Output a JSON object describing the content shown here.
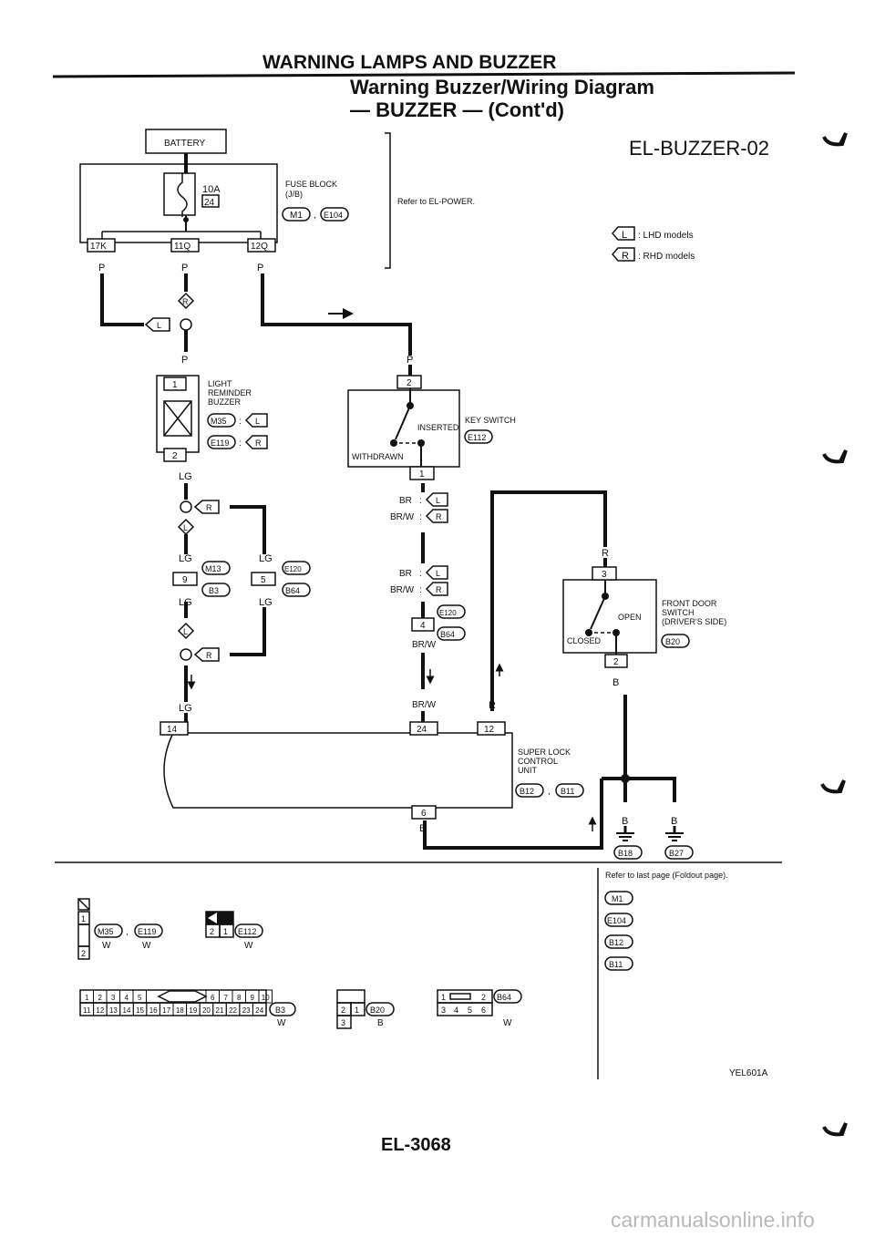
{
  "header": {
    "section_title": "WARNING LAMPS AND BUZZER",
    "diagram_title": "Warning Buzzer/Wiring Diagram",
    "diagram_subtitle": "— BUZZER — (Cont'd)",
    "diagram_code": "EL-BUZZER-02"
  },
  "legend": {
    "lhd_code": "L",
    "lhd_text": ": LHD models",
    "rhd_code": "R",
    "rhd_text": ": RHD models"
  },
  "power": {
    "battery": "BATTERY",
    "fuse_rating": "10A",
    "fuse_no": "24",
    "fuse_block": "FUSE BLOCK",
    "fuse_block_sub": "(J/B)",
    "fuse_connectors": [
      "M1",
      "E104"
    ],
    "refer_text": "Refer to EL-POWER.",
    "terminals": [
      "17K",
      "11Q",
      "12Q"
    ],
    "wire_color": "P"
  },
  "labels": {
    "R": "R",
    "L": "L",
    "P": "P",
    "LG": "LG",
    "BR": "BR",
    "BRW": "BR/W",
    "B": "B",
    "W": "W"
  },
  "light_reminder": {
    "name": [
      "LIGHT",
      "REMINDER",
      "BUZZER"
    ],
    "pin_top": "1",
    "pin_bottom": "2",
    "conn_lhd": "M35",
    "conn_rhd": "E119"
  },
  "key_switch": {
    "name": "KEY SWITCH",
    "connector": "E112",
    "inserted": "INSERTED",
    "withdrawn": "WITHDRAWN",
    "pin_top": "2",
    "pin_bottom": "1"
  },
  "joints": {
    "left_conn_a": "M13",
    "left_conn_b": "B3",
    "left_pin": "9",
    "right_conn_a": "E120",
    "right_conn_b": "B64",
    "right_pin": "5",
    "key_pin": "4"
  },
  "door_switch": {
    "name": [
      "FRONT DOOR",
      "SWITCH",
      "(DRIVER'S SIDE)"
    ],
    "connector": "B20",
    "open": "OPEN",
    "closed": "CLOSED",
    "pin_top": "3",
    "pin_bottom": "2"
  },
  "control_unit": {
    "name": [
      "SUPER LOCK",
      "CONTROL",
      "UNIT"
    ],
    "connectors": [
      "B12",
      "B11"
    ],
    "pins": [
      "14",
      "24",
      "12",
      "6"
    ]
  },
  "grounds": [
    "B18",
    "B27"
  ],
  "refer_panel": {
    "text": "Refer to last page (Foldout page).",
    "connectors": [
      "M1",
      "E104",
      "B12",
      "B11"
    ]
  },
  "connector_views": {
    "c1": {
      "pins": [
        "1",
        "2"
      ],
      "tags": [
        "M35",
        "E119"
      ],
      "colors": [
        "W",
        "W"
      ]
    },
    "c2": {
      "pins": [
        "2",
        "1"
      ],
      "tag": "E112",
      "color": "W"
    },
    "c3": {
      "row1": [
        "1",
        "2",
        "3",
        "4",
        "5",
        "6",
        "7",
        "8",
        "9",
        "10"
      ],
      "row2": [
        "11",
        "12",
        "13",
        "14",
        "15",
        "16",
        "17",
        "18",
        "19",
        "20",
        "21",
        "22",
        "23",
        "24"
      ],
      "tag": "B3",
      "color": "W"
    },
    "c4": {
      "pins": [
        "2",
        "1",
        "3"
      ],
      "tag": "B20",
      "color": "B"
    },
    "c5": {
      "pins": [
        "1",
        "2",
        "3",
        "4",
        "5",
        "6"
      ],
      "tag": "B64",
      "color": "W"
    }
  },
  "footer": {
    "figure_code": "YEL601A",
    "page_no": "EL-3068",
    "watermark": "carmanualsonline.info"
  }
}
